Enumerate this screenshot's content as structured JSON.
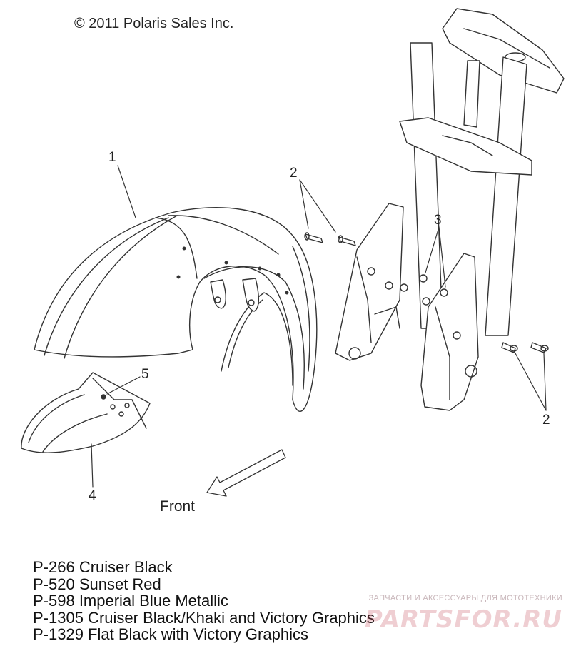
{
  "copyright": "© 2011 Polaris Sales Inc.",
  "callouts": {
    "c1": "1",
    "c2a": "2",
    "c2b": "2",
    "c3": "3",
    "c4": "4",
    "c5": "5"
  },
  "front_label": "Front",
  "legend": [
    "P-266  Cruiser Black",
    "P-520  Sunset Red",
    "P-598  Imperial Blue Metallic",
    "P-1305 Cruiser Black/Khaki and Victory Graphics",
    "P-1329 Flat Black with Victory Graphics"
  ],
  "watermark": {
    "tagline": "ЗАПЧАСТИ И АКСЕССУАРЫ ДЛЯ МОТОТЕХНИКИ",
    "logo": "PARTSFOR.RU"
  }
}
